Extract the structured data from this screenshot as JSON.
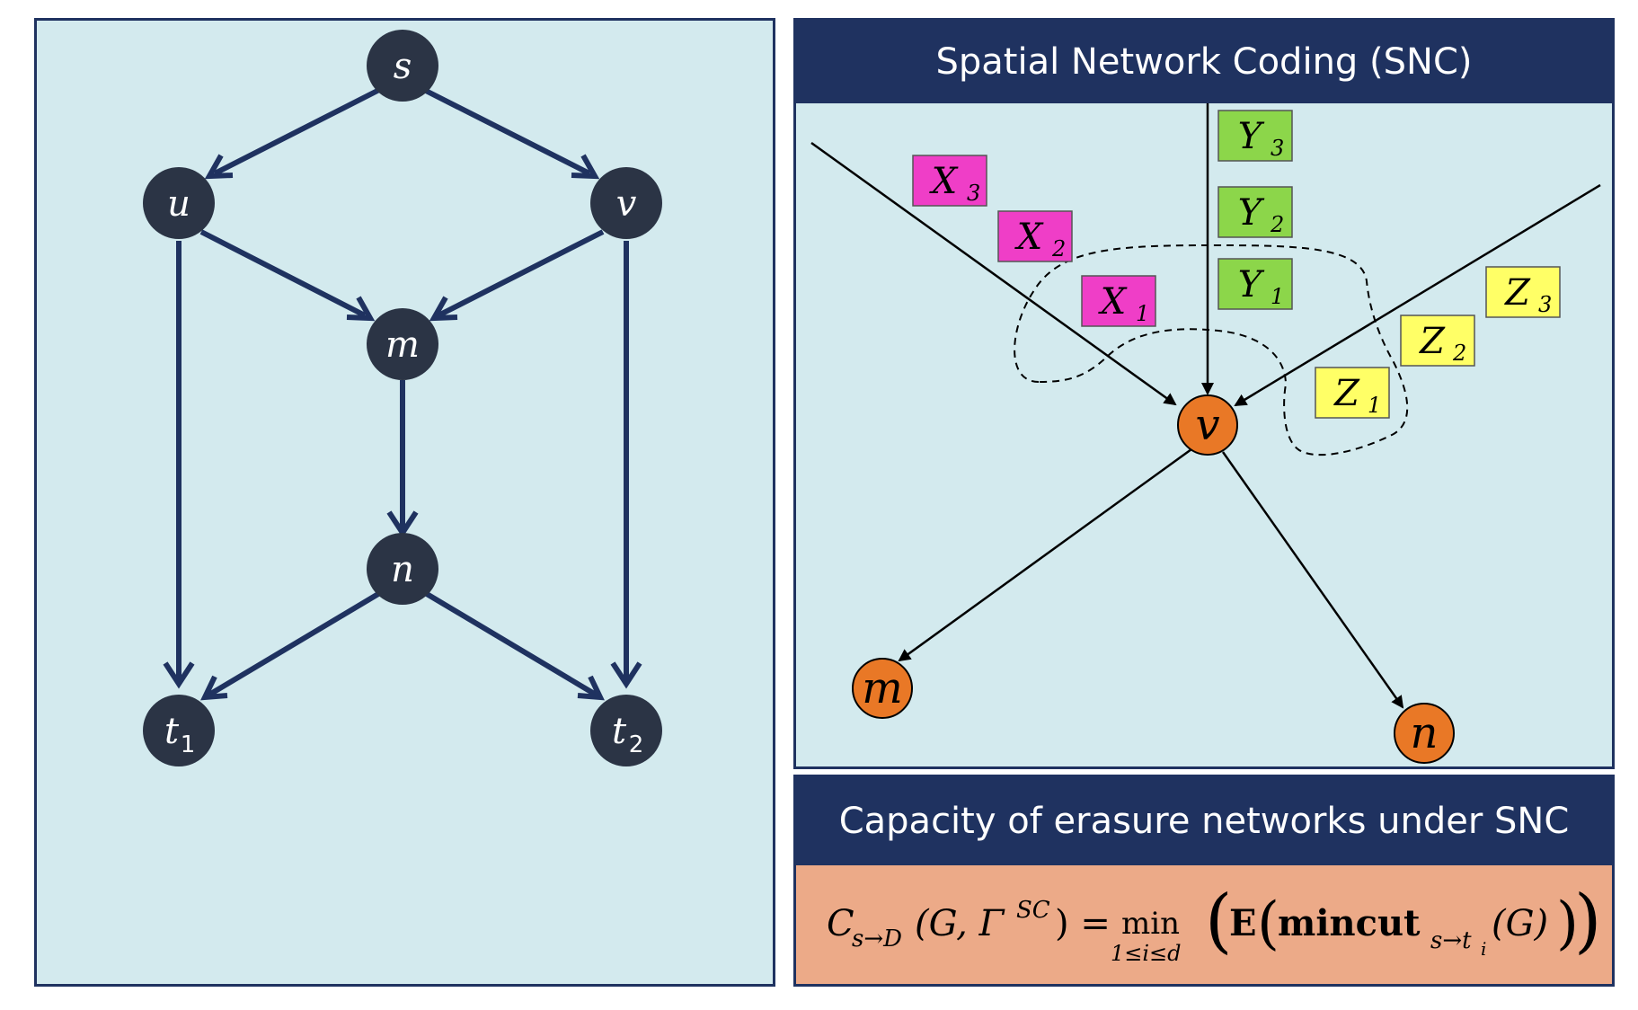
{
  "graph": {
    "nodes": {
      "s": "s",
      "u": "u",
      "v": "v",
      "m": "m",
      "n": "n",
      "t1": "t",
      "t1_sub": "1",
      "t2": "t",
      "t2_sub": "2"
    }
  },
  "snc": {
    "title": "Spatial Network Coding (SNC)",
    "nodes": {
      "v": "v",
      "m": "m",
      "n": "n"
    },
    "packets": {
      "x3": "X",
      "x3_sub": "3",
      "x2": "X",
      "x2_sub": "2",
      "x1": "X",
      "x1_sub": "1",
      "y3": "Y",
      "y3_sub": "3",
      "y2": "Y",
      "y2_sub": "2",
      "y1": "Y",
      "y1_sub": "1",
      "z3": "Z",
      "z3_sub": "3",
      "z2": "Z",
      "z2_sub": "2",
      "z1": "Z",
      "z1_sub": "1"
    }
  },
  "capacity": {
    "title": "Capacity of erasure networks under SNC",
    "formula": {
      "c": "C",
      "c_sub": "s→D",
      "args": "(G, Γ",
      "args_sup": "SC",
      "close": ") =",
      "min": "min",
      "min_sub": "1≤i≤d",
      "e": "E",
      "mincut": "mincut",
      "mincut_sub": "s→t",
      "mincut_sub2": "i",
      "g": "(G)"
    }
  },
  "colors": {
    "dark_navy": "#1f3260",
    "node_dark": "#2b3445",
    "panel_bg": "#d3eaee",
    "orange_node": "#e97826",
    "magenta": "#ef3ec7",
    "green": "#8cd64a",
    "yellow": "#ffff66",
    "formula_bg": "#ecaa88"
  }
}
